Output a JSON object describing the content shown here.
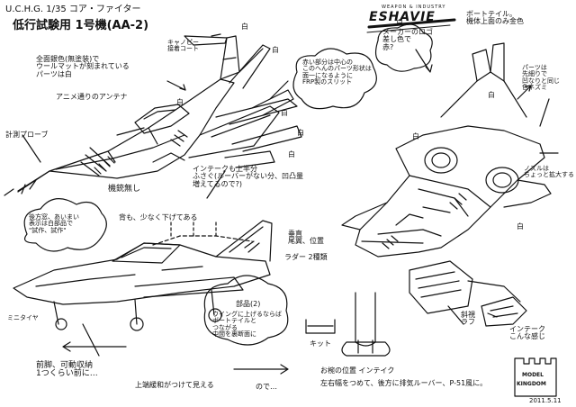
{
  "header": {
    "title": "U.C.H.G. 1/35 コア・ファイター",
    "subtitle": "低行試験用 1号機(AA-2)"
  },
  "brand": {
    "top": "WEAPON & INDUSTRY",
    "main": "ESHAVIE"
  },
  "notes": {
    "paint_all": "全面銀色(無塗装)で\nウールマットが刻まれている\nパーツは白",
    "antenna_note": "アニメ通りのアンテナ",
    "canopy_note": "キャノピー\n接着コート",
    "pitot": "計測プローブ",
    "gun_pod": "機銃無し",
    "center_annot": "赤い部分は中心の\nこのへんのパーツ形状は\n面一になるように\nFRP製のスリット",
    "intake_note": "インテークも上半分\nふさぐ(ルーバーがない分、凹凸量\n増えてるので?)",
    "maker_logo": "メーカーのロゴ\n差し色で\n赤?",
    "boat_tail": "ボートテイル。\n機体上面のみ金色",
    "parts_note": "パーツは\n先細りで\n凹なりと同じ\n色ネズミ",
    "nozzle_note": "ノズルは\nちょっと拡大する",
    "side_cloud1": "後方窓、あいまい\n表示は白部品で\n\"試作、試作\"",
    "side_cloud2": "背も、少なく下げてある",
    "tail_note": "垂直\n尾翼、位置",
    "rudder": "ラダー 2種類",
    "small_parts": "部品(2)",
    "cloud_right": "ウイングに上げるならば\nボートテイルと\nつながる\n中間を裏断面に",
    "kit": "キット",
    "mini_tire": "ミニタイヤ",
    "landing": "前脚、可動収納\n1つくらい前に…",
    "upper_pull": "上端緩和がつけて見える",
    "nano": "ので…",
    "bottom_intake": "お椀の位置 インテイク",
    "bottom_right": "左右幅をつめて、後方に排気ルーバー、P-51風に。",
    "oblique": "斜視\nラフ",
    "intake_label": "インテーク\nこんな感じ"
  },
  "shade_labels": [
    "白",
    "白",
    "白",
    "白",
    "白",
    "白",
    "白",
    "白",
    "白",
    "白"
  ],
  "stamp": {
    "line1": "MODEL",
    "line2": "KINGDOM"
  },
  "date": "2011.5.11"
}
